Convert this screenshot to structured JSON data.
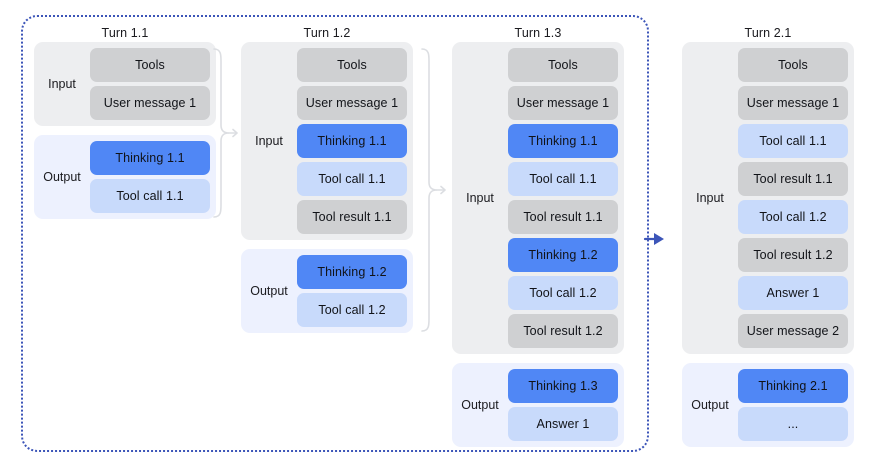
{
  "diagram": {
    "title_prefix": "Turn",
    "colors": {
      "session_border": "#3c55b8",
      "input_panel_bg": "#edeef0",
      "output_panel_bg": "#edf1fe",
      "block_gray": "#cfd0d2",
      "block_blue": "#5087f5",
      "block_paleblue": "#c8dafb",
      "bracket": "#dcdee2",
      "arrow_blue": "#3c55b8"
    },
    "labels": {
      "input": "Input",
      "output": "Output"
    },
    "turns": [
      {
        "title": "Turn 1.1",
        "input": [
          {
            "label": "Tools",
            "kind": "gray"
          },
          {
            "label": "User message 1",
            "kind": "gray"
          }
        ],
        "output": [
          {
            "label": "Thinking 1.1",
            "kind": "blue"
          },
          {
            "label": "Tool call 1.1",
            "kind": "paleblue"
          }
        ]
      },
      {
        "title": "Turn 1.2",
        "input": [
          {
            "label": "Tools",
            "kind": "gray"
          },
          {
            "label": "User message 1",
            "kind": "gray"
          },
          {
            "label": "Thinking 1.1",
            "kind": "blue"
          },
          {
            "label": "Tool call 1.1",
            "kind": "paleblue"
          },
          {
            "label": "Tool result 1.1",
            "kind": "gray"
          }
        ],
        "output": [
          {
            "label": "Thinking 1.2",
            "kind": "blue"
          },
          {
            "label": "Tool call 1.2",
            "kind": "paleblue"
          }
        ]
      },
      {
        "title": "Turn 1.3",
        "input": [
          {
            "label": "Tools",
            "kind": "gray"
          },
          {
            "label": "User message 1",
            "kind": "gray"
          },
          {
            "label": "Thinking 1.1",
            "kind": "blue"
          },
          {
            "label": "Tool call 1.1",
            "kind": "paleblue"
          },
          {
            "label": "Tool result 1.1",
            "kind": "gray"
          },
          {
            "label": "Thinking 1.2",
            "kind": "blue"
          },
          {
            "label": "Tool call 1.2",
            "kind": "paleblue"
          },
          {
            "label": "Tool result 1.2",
            "kind": "gray"
          }
        ],
        "output": [
          {
            "label": "Thinking 1.3",
            "kind": "blue"
          },
          {
            "label": "Answer 1",
            "kind": "paleblue"
          }
        ]
      },
      {
        "title": "Turn 2.1",
        "input": [
          {
            "label": "Tools",
            "kind": "gray"
          },
          {
            "label": "User message 1",
            "kind": "gray"
          },
          {
            "label": "Tool call 1.1",
            "kind": "paleblue"
          },
          {
            "label": "Tool result 1.1",
            "kind": "gray"
          },
          {
            "label": "Tool call 1.2",
            "kind": "paleblue"
          },
          {
            "label": "Tool result 1.2",
            "kind": "gray"
          },
          {
            "label": "Answer 1",
            "kind": "paleblue"
          },
          {
            "label": "User message 2",
            "kind": "gray"
          }
        ],
        "output": [
          {
            "label": "Thinking 2.1",
            "kind": "blue"
          },
          {
            "label": "...",
            "kind": "paleblue"
          }
        ]
      }
    ]
  }
}
